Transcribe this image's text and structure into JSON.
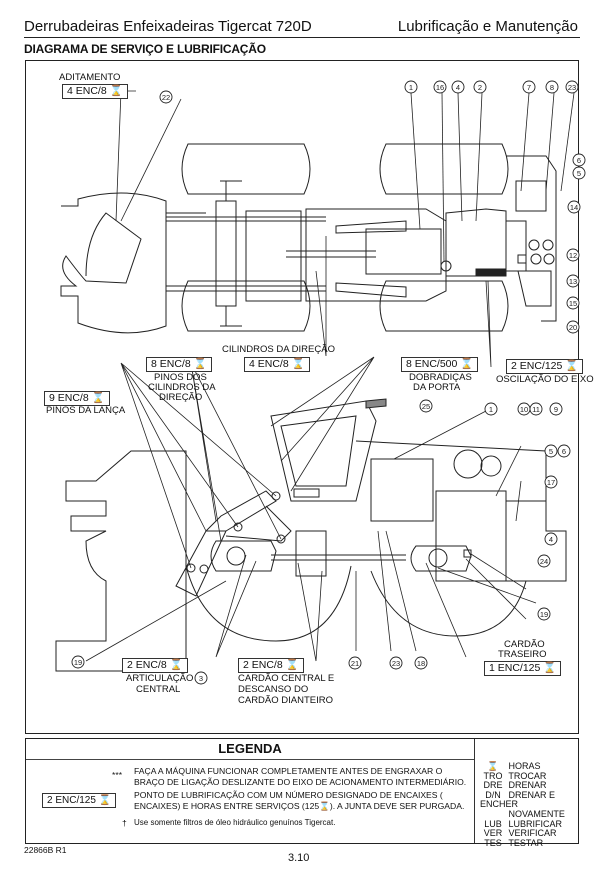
{
  "header": {
    "left_title": "Derrubadeiras Enfeixadeiras  Tigercat 720D",
    "right_title": "Lubrificação e Manutenção",
    "subtitle": "DIAGRAMA DE SERVIÇO E LUBRIFICAÇÃO"
  },
  "diagram": {
    "callouts": [
      {
        "id": "aditamento",
        "title": "ADITAMENTO",
        "value": "4 ENC/8",
        "icon": "hourglass-icon"
      },
      {
        "id": "cilindros-direcao",
        "title": "CILINDROS DA DIREÇÃO",
        "value": "4 ENC/8",
        "icon": "hourglass-icon"
      },
      {
        "id": "pinos-cilindros-direcao",
        "title": "PINOS DOS CILINDROS DA DIREÇÃO",
        "value": "8 ENC/8",
        "icon": "hourglass-icon"
      },
      {
        "id": "dobradicas-porta",
        "title": "DOBRADIÇAS DA PORTA",
        "value": "8 ENC/500",
        "icon": "hourglass-icon"
      },
      {
        "id": "oscilacao-eixo",
        "title": "OSCILAÇÃO DO EIXO",
        "value": "2 ENC/125",
        "icon": "hourglass-icon"
      },
      {
        "id": "pinos-lanca",
        "title": "PINOS DA LANÇA",
        "value": "9 ENC/8",
        "icon": "hourglass-icon"
      },
      {
        "id": "articulacao-central",
        "title": "ARTICULAÇÃO CENTRAL",
        "value": "2 ENC/8",
        "icon": "hourglass-icon"
      },
      {
        "id": "cardao-central",
        "title": "CARDÃO CENTRAL E DESCANSO DO CARDÃO DIANTEIRO",
        "value": "2 ENC/8",
        "icon": "hourglass-icon"
      },
      {
        "id": "cardao-traseiro",
        "title": "CARDÃO TRASEIRO",
        "value": "1 ENC/125",
        "icon": "hourglass-icon"
      }
    ],
    "labels": {
      "aditamento": "ADITAMENTO",
      "cilindros": "CILINDROS DA DIREÇÃO",
      "pinos_dos_1": "PINOS DOS",
      "pinos_dos_2": "CILINDROS DA",
      "pinos_dos_3": "DIREÇÃO",
      "dobradicas_1": "DOBRADIÇAS",
      "dobradicas_2": "DA PORTA",
      "oscilacao": "OSCILAÇÃO DO EIXO",
      "pinos_lanca": "PINOS DA LANÇA",
      "articulacao_1": "ARTICULAÇÃO",
      "articulacao_2": "CENTRAL",
      "cardao_central_1": "CARDÃO CENTRAL E",
      "cardao_central_2": "DESCANSO DO",
      "cardao_central_3": "CARDÃO DIANTEIRO",
      "cardao_traseiro_1": "CARDÃO",
      "cardao_traseiro_2": "TRASEIRO"
    },
    "values": {
      "aditamento": "4 ENC/8 ⌛",
      "cilindros": "4 ENC/8 ⌛",
      "pinos_dos": "8 ENC/8 ⌛",
      "dobradicas": "8 ENC/500 ⌛",
      "oscilacao": "2 ENC/125 ⌛",
      "pinos_lanca": "9 ENC/8 ⌛",
      "articulacao": "2 ENC/8 ⌛",
      "cardao_central": "2 ENC/8 ⌛",
      "cardao_traseiro": "1 ENC/125 ⌛"
    },
    "item_numbers_top": [
      "1",
      "16",
      "4",
      "2",
      "7",
      "8",
      "23",
      "6",
      "5",
      "14",
      "12",
      "13",
      "15",
      "20",
      "22"
    ],
    "item_numbers_bottom": [
      "25",
      "1",
      "10",
      "11",
      "9",
      "5",
      "6",
      "17",
      "4",
      "24",
      "19",
      "19",
      "3",
      "21",
      "23",
      "18"
    ]
  },
  "legend": {
    "title": "LEGENDA",
    "rows": [
      {
        "marker": "***",
        "text_1": "FAÇA A MÁQUINA FUNCIONAR COMPLETAMENTE ANTES DE ENGRAXAR O",
        "text_2": "BRAÇO DE LIGAÇÃO DESLIZANTE DO EIXO DE ACIONAMENTO INTERMEDIÁRIO."
      },
      {
        "marker": "2 ENC/125 ⌛",
        "text_1": "PONTO DE LUBRIFICAÇÃO COM UM NÚMERO DESIGNADO DE ENCAIXES (",
        "text_2": "ENCAIXES) E HORAS ENTRE SERVIÇOS (125⌛). A JUNTA DEVE SER PURGADA."
      },
      {
        "marker": "†",
        "text_1": "Use somente filtros de óleo hidráulico genuínos Tigercat.",
        "text_2": ""
      }
    ],
    "abbreviations": [
      {
        "key": "⌛",
        "value": "HORAS"
      },
      {
        "key": "TRO",
        "value": "TROCAR"
      },
      {
        "key": "DRE",
        "value": "DRENAR"
      },
      {
        "key": "D/N",
        "value": "DRENAR E ENCHER"
      },
      {
        "key": "",
        "value": "NOVAMENTE"
      },
      {
        "key": "LUB",
        "value": "LUBRIFICAR"
      },
      {
        "key": "VER",
        "value": "VERIFICAR"
      },
      {
        "key": "TES",
        "value": "TESTAR"
      }
    ]
  },
  "footer": {
    "figure_id": "22866B R1",
    "page_number": "3.10"
  }
}
